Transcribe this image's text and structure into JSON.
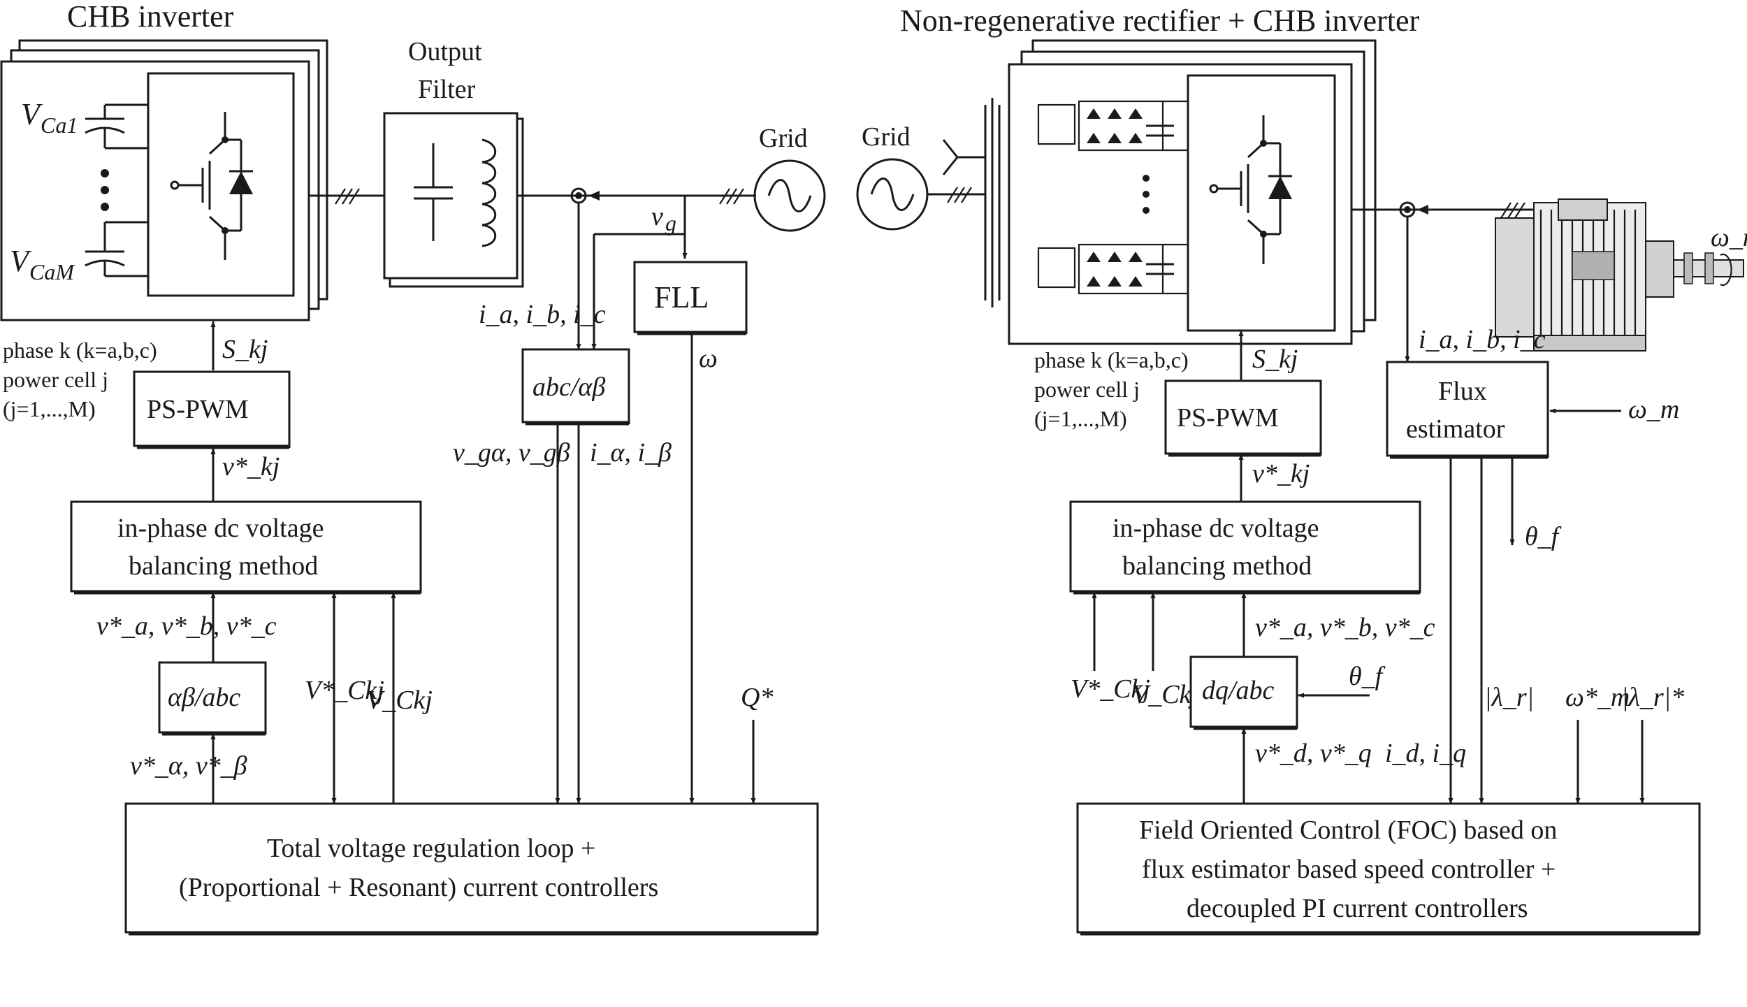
{
  "left": {
    "title": "CHB inverter",
    "vca1": "V",
    "vca1_sub": "Ca1",
    "vcam": "V",
    "vcam_sub": "CaM",
    "filter_line1": "Output",
    "filter_line2": "Filter",
    "grid": "Grid",
    "vg": "v",
    "vg_sub": "g",
    "fll": "FLL",
    "omega": "ω",
    "iabc": "i_a, i_b, i_c",
    "abc_ab": "abc/αβ",
    "vga_vgb": "v_gα, v_gβ",
    "ia_ib": "i_α, i_β",
    "phase_k": "phase k (k=a,b,c)",
    "power_cell": "power cell j",
    "j_range": "(j=1,...,M)",
    "skj": "S_kj",
    "pspwm": "PS-PWM",
    "vkj": "v*_kj",
    "balancing_1": "in-phase dc voltage",
    "balancing_2": "balancing method",
    "vabc": "v*_a, v*_b, v*_c",
    "ab_abc": "αβ/abc",
    "vckj_ref": "V*_Ckj",
    "vckj": "V_Ckj",
    "valpha_beta": "v*_α, v*_β",
    "qref": "Q*",
    "ctrl_1": "Total voltage regulation loop +",
    "ctrl_2": "(Proportional + Resonant) current controllers"
  },
  "right": {
    "title": "Non-regenerative rectifier + CHB inverter",
    "grid": "Grid",
    "omega_m": "ω_m",
    "iabc": "i_a, i_b, i_c",
    "phase_k": "phase k (k=a,b,c)",
    "power_cell": "power cell j",
    "j_range": "(j=1,...,M)",
    "skj": "S_kj",
    "pspwm": "PS-PWM",
    "vkj": "v*_kj",
    "flux_1": "Flux",
    "flux_2": "estimator",
    "omega_m_in": "ω_m",
    "theta_f": "θ_f",
    "balancing_1": "in-phase dc voltage",
    "balancing_2": "balancing method",
    "vckj_ref": "V*_Ckj",
    "vckj": "V_Ckj",
    "vabc": "v*_a, v*_b, v*_c",
    "dq_abc": "dq/abc",
    "theta_f_in": "θ_f",
    "vdq": "v*_d, v*_q",
    "id_iq": "i_d, i_q",
    "lambda_r": "|λ_r|",
    "omega_m_ref": "ω*_m",
    "lambda_r_ref": "|λ_r|*",
    "foc_1": "Field Oriented Control (FOC) based on",
    "foc_2": "flux estimator based speed controller +",
    "foc_3": "decoupled PI current controllers"
  }
}
